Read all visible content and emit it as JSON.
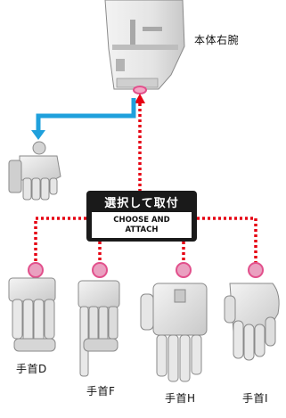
{
  "labels": {
    "body_right_arm": "本体右腕",
    "select_attach_jp": "選択して取付",
    "select_attach_en": "CHOOSE AND ATTACH",
    "hand_d": "手首D",
    "hand_f": "手首F",
    "hand_h": "手首H",
    "hand_i": "手首I"
  },
  "colors": {
    "dotted_line": "#e60012",
    "arrow_blue": "#1fa0dc",
    "joint_pink": "#e2508c",
    "part_gray": "#dcdcdc"
  }
}
